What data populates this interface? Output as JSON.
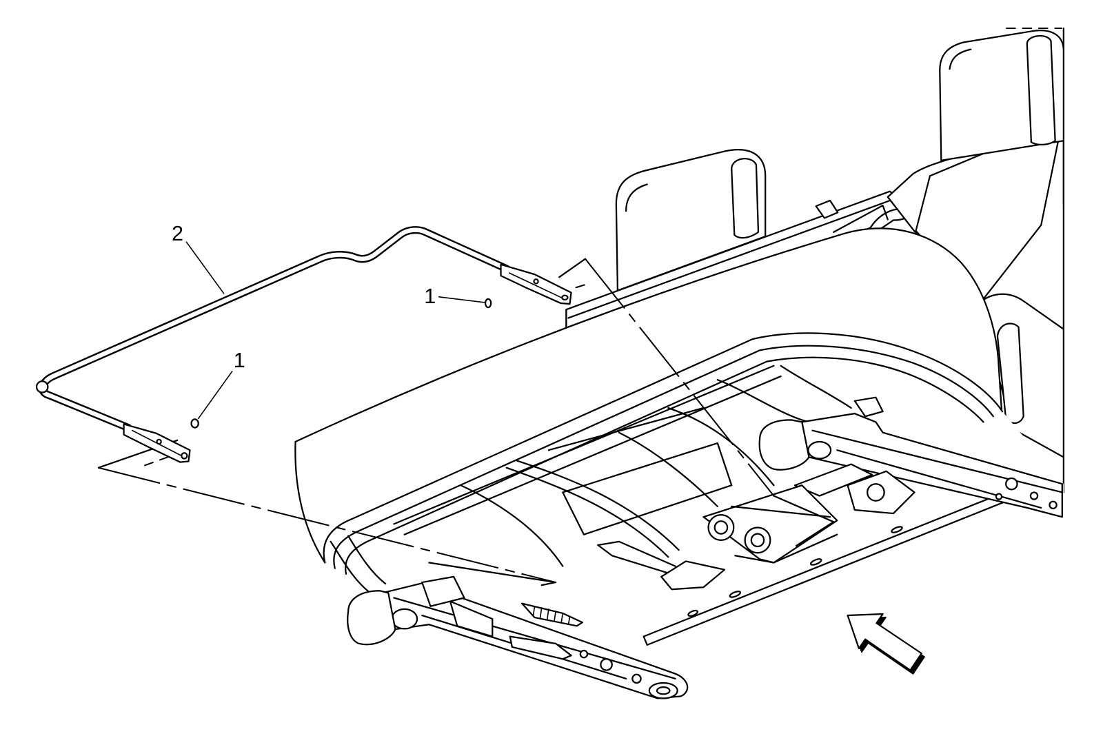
{
  "callouts": {
    "bar": "2",
    "fastener_upper": "1",
    "fastener_lower": "1"
  },
  "colors": {
    "line": "#000000",
    "background": "#ffffff"
  }
}
